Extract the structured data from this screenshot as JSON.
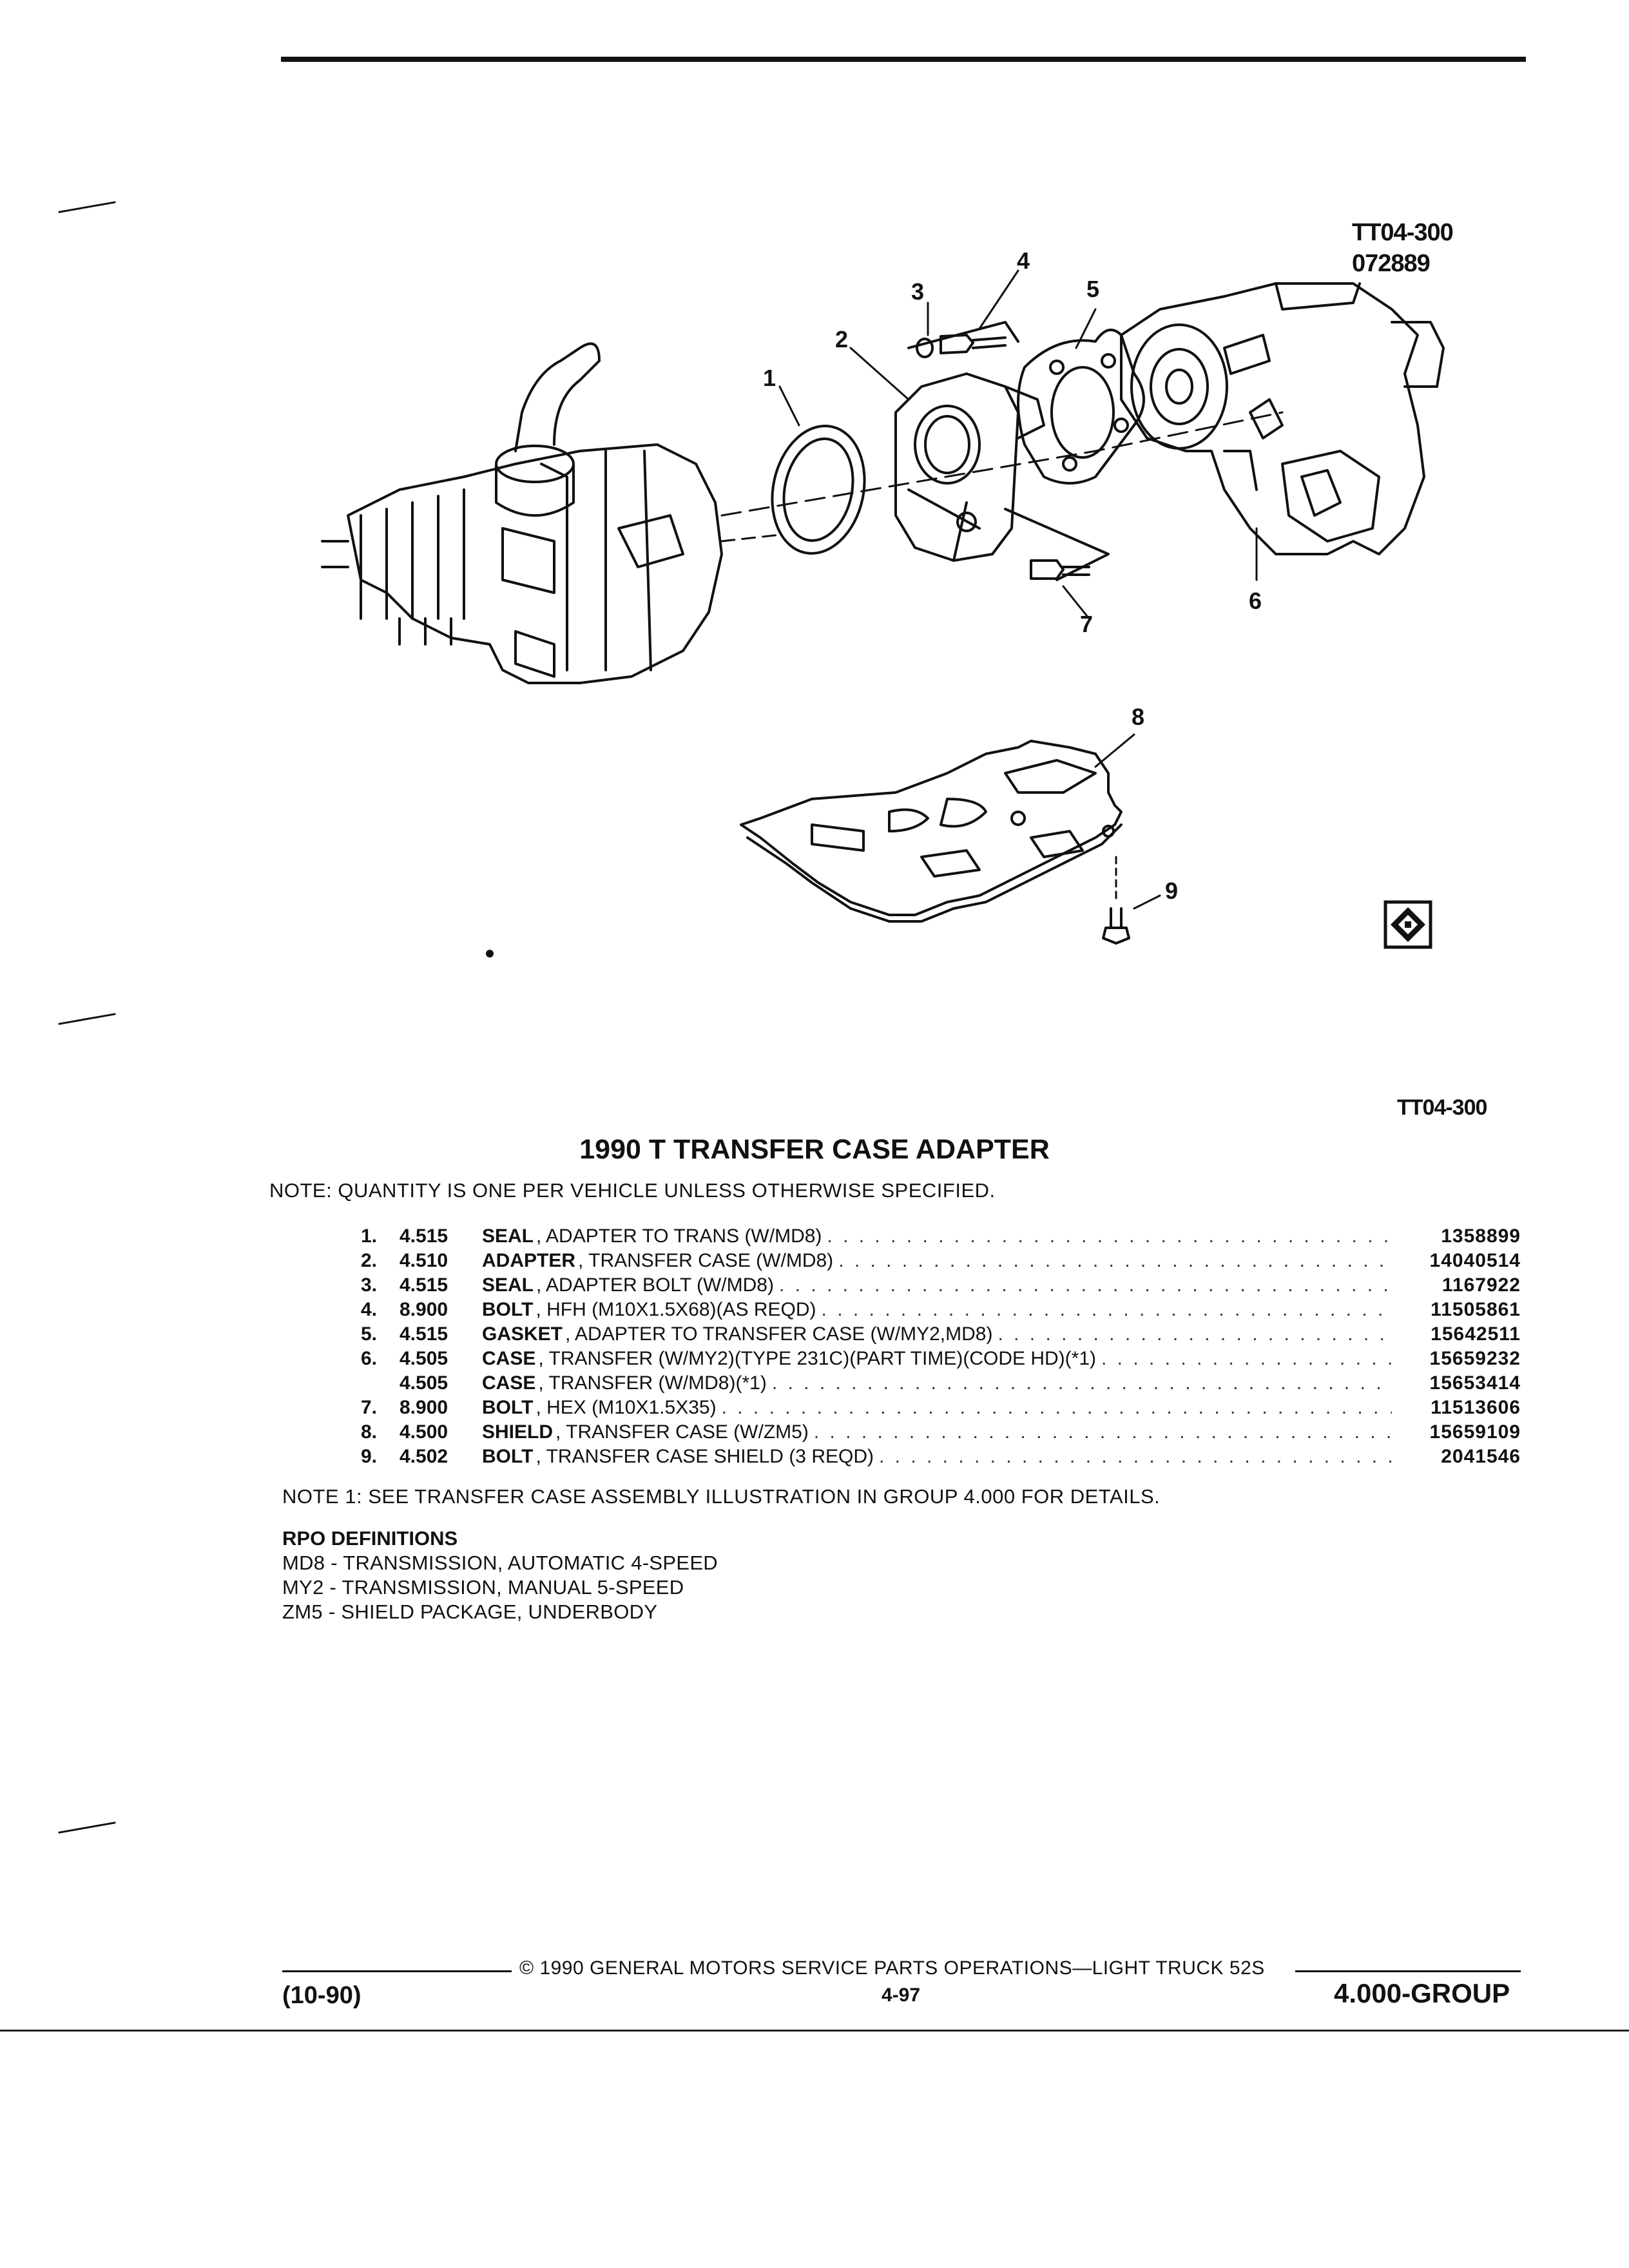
{
  "diagram": {
    "ref_code": "TT04-300",
    "ref_date": "072889",
    "ref_code_bottom": "TT04-300",
    "callouts": [
      "1",
      "2",
      "3",
      "4",
      "5",
      "6",
      "7",
      "8",
      "9"
    ]
  },
  "title": "1990 T TRANSFER CASE ADAPTER",
  "note": "NOTE:  QUANTITY IS ONE PER VEHICLE UNLESS OTHERWISE SPECIFIED.",
  "parts": [
    {
      "item": "1.",
      "group": "4.515",
      "name": "SEAL",
      "desc": ", ADAPTER TO TRANS (W/MD8)",
      "part_no": "1358899"
    },
    {
      "item": "2.",
      "group": "4.510",
      "name": "ADAPTER",
      "desc": ", TRANSFER CASE (W/MD8)",
      "part_no": "14040514"
    },
    {
      "item": "3.",
      "group": "4.515",
      "name": "SEAL",
      "desc": ", ADAPTER BOLT (W/MD8)",
      "part_no": "1167922"
    },
    {
      "item": "4.",
      "group": "8.900",
      "name": "BOLT",
      "desc": ", HFH (M10X1.5X68)(AS REQD)",
      "part_no": "11505861"
    },
    {
      "item": "5.",
      "group": "4.515",
      "name": "GASKET",
      "desc": ", ADAPTER TO TRANSFER CASE (W/MY2,MD8)",
      "part_no": "15642511"
    },
    {
      "item": "6.",
      "group": "4.505",
      "name": "CASE",
      "desc": ", TRANSFER (W/MY2)(TYPE 231C)(PART TIME)(CODE HD)(*1)",
      "part_no": "15659232"
    },
    {
      "item": "",
      "group": "4.505",
      "name": "CASE",
      "desc": ", TRANSFER (W/MD8)(*1)",
      "part_no": "15653414"
    },
    {
      "item": "7.",
      "group": "8.900",
      "name": "BOLT",
      "desc": ", HEX (M10X1.5X35)",
      "part_no": "11513606"
    },
    {
      "item": "8.",
      "group": "4.500",
      "name": "SHIELD",
      "desc": ", TRANSFER CASE (W/ZM5)",
      "part_no": "15659109"
    },
    {
      "item": "9.",
      "group": "4.502",
      "name": "BOLT",
      "desc": ", TRANSFER CASE SHIELD (3 REQD)",
      "part_no": "2041546"
    }
  ],
  "note1": "NOTE  1:  SEE TRANSFER CASE ASSEMBLY ILLUSTRATION IN GROUP 4.000 FOR DETAILS.",
  "rpo": {
    "heading": "RPO DEFINITIONS",
    "lines": [
      "MD8 - TRANSMISSION, AUTOMATIC 4-SPEED",
      "MY2 - TRANSMISSION, MANUAL 5-SPEED",
      "ZM5 - SHIELD PACKAGE, UNDERBODY"
    ]
  },
  "footer": {
    "copyright": "©  1990  GENERAL MOTORS SERVICE PARTS OPERATIONS—LIGHT TRUCK 52S",
    "date": "(10-90)",
    "page": "4-97",
    "group": "4.000-GROUP"
  }
}
